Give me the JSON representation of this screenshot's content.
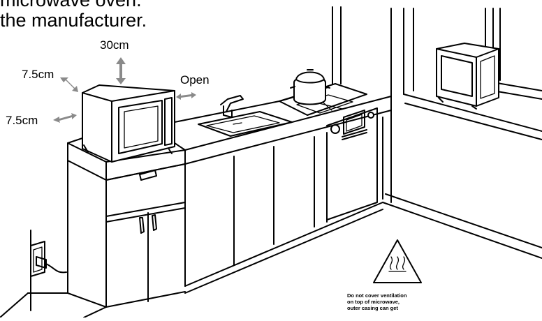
{
  "heading": {
    "line1": "microwave oven.",
    "line2": "the manufacturer."
  },
  "clearances": {
    "top": "30cm",
    "side": "7.5cm",
    "back": "7.5cm",
    "front": "Open"
  },
  "warning": {
    "line1": "Do not cover ventilation",
    "line2": "on top of microwave,",
    "line3": "outer casing can get"
  },
  "colors": {
    "ink": "#000000",
    "arrow": "#8a8a8a",
    "background": "#ffffff"
  },
  "icons": [
    "hot-surface-warning-icon",
    "power-socket-icon",
    "microwave-icon"
  ]
}
